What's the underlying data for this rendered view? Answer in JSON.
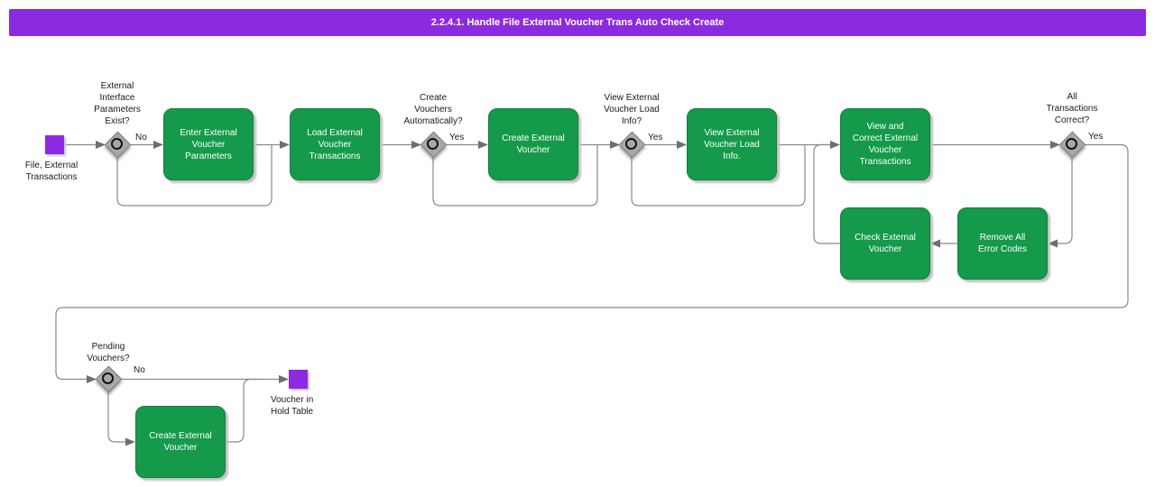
{
  "title_bar": {
    "title": "2.2.4.1. Handle File External Voucher Trans Auto Check Create"
  },
  "colors": {
    "accent_purple": "#8a2be2",
    "task_green": "#149a4a",
    "connector_gray": "#8a8a8a",
    "diamond_gray": "#a8a8a8"
  },
  "nodes": {
    "start": {
      "label": "File, External\nTransactions"
    },
    "decision_params_exist": {
      "question": "External\nInterface\nParameters\nExist?",
      "branch_label": "No"
    },
    "enter_params": {
      "label": "Enter External\nVoucher\nParameters"
    },
    "load_transactions": {
      "label": "Load External\nVoucher\nTransactions"
    },
    "decision_auto_create": {
      "question": "Create\nVouchers\nAutomatically?",
      "branch_label": "Yes"
    },
    "create_voucher_auto": {
      "label": "Create External\nVoucher"
    },
    "decision_view_info": {
      "question": "View External\nVoucher Load\nInfo?",
      "branch_label": "Yes"
    },
    "view_load_info": {
      "label": "View External\nVoucher Load\nInfo."
    },
    "view_correct": {
      "label": "View and\nCorrect External\nVoucher\nTransactions"
    },
    "decision_all_correct": {
      "question": "All\nTransactions\nCorrect?",
      "branch_label": "Yes"
    },
    "check_voucher": {
      "label": "Check External\nVoucher"
    },
    "remove_errors": {
      "label": "Remove All\nError Codes"
    },
    "decision_pending": {
      "question": "Pending\nVouchers?",
      "branch_label": "No"
    },
    "create_voucher_pending": {
      "label": "Create External\nVoucher"
    },
    "end": {
      "label": "Voucher in\nHold Table"
    }
  }
}
